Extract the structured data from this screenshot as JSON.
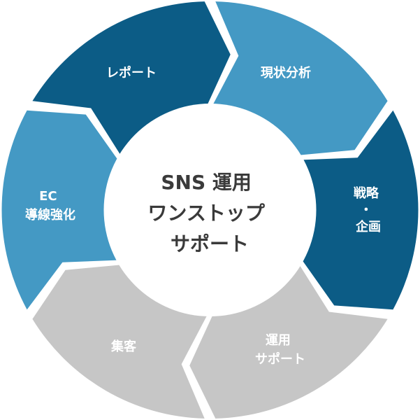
{
  "center": {
    "lines": [
      "SNS 運用",
      "ワンストップ",
      "サポート"
    ]
  },
  "segments": [
    {
      "lines": [
        "現状分析"
      ],
      "color": "#4499c4"
    },
    {
      "lines": [
        "戦略",
        "・",
        "企画"
      ],
      "color": "#0c5c86"
    },
    {
      "lines": [
        "運用",
        "サポート"
      ],
      "color": "#c6c6c6"
    },
    {
      "lines": [
        "集客"
      ],
      "color": "#c6c6c6"
    },
    {
      "lines": [
        "EC",
        "導線強化"
      ],
      "color": "#4499c4"
    },
    {
      "lines": [
        "レポート"
      ],
      "color": "#0c5c86"
    }
  ]
}
